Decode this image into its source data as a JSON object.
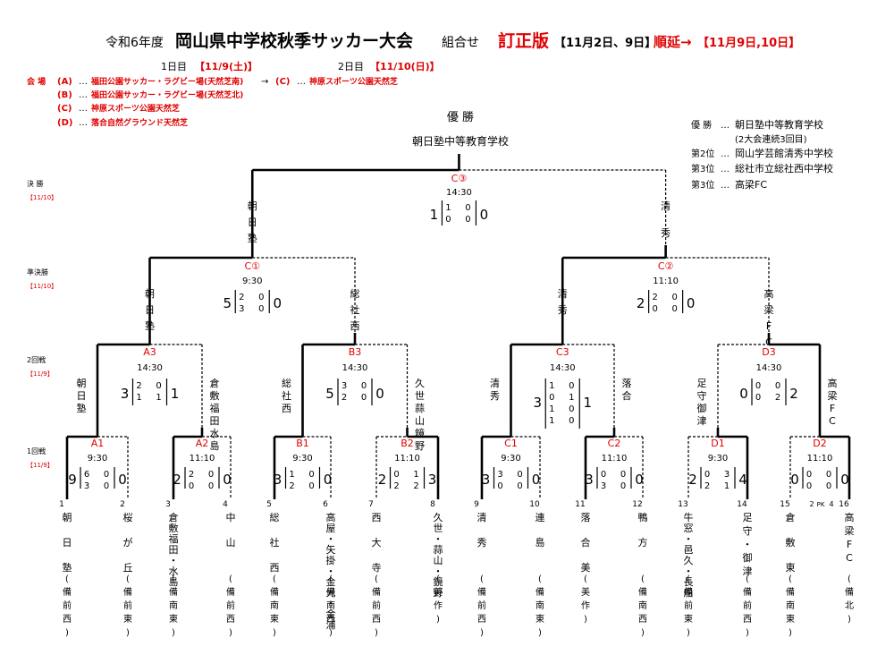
{
  "header": {
    "prefix": "令和6年度",
    "title": "岡山県中学校秋季サッカー大会",
    "suffix": "組合せ",
    "correction": "訂正版",
    "dates_old": "【11月2日、9日】",
    "postponed": "順延→",
    "dates_new": "【11月9日,10日】"
  },
  "days": {
    "day1": "1日目",
    "day1_date": "【11/9(土)】",
    "day2": "2日目",
    "day2_date": "【11/10(日)】"
  },
  "venues": {
    "label": "会 場",
    "items": [
      {
        "code": "(A)",
        "dots": "…",
        "name": "福田公園サッカー・ラグビー場(天然芝南)",
        "arrow": "→",
        "code2": "(C)",
        "name2": "神原スポーツ公園天然芝"
      },
      {
        "code": "(B)",
        "dots": "…",
        "name": "福田公園サッカー・ラグビー場(天然芝北)"
      },
      {
        "code": "(C)",
        "dots": "…",
        "name": "神原スポーツ公園天然芝"
      },
      {
        "code": "(D)",
        "dots": "…",
        "name": "落合自然グラウンド天然芝"
      }
    ]
  },
  "champion": {
    "label": "優 勝",
    "name": "朝日塾中等教育学校"
  },
  "results": [
    {
      "label": "優 勝",
      "dots": "…",
      "name": "朝日塾中等教育学校"
    },
    {
      "label": "",
      "dots": "",
      "name": "(2大会連続3回目)"
    },
    {
      "label": "第2位",
      "dots": "…",
      "name": "岡山学芸館清秀中学校"
    },
    {
      "label": "第3位",
      "dots": "…",
      "name": "総社市立総社西中学校"
    },
    {
      "label": "第3位",
      "dots": "…",
      "name": "高梁FC"
    }
  ],
  "rounds": [
    {
      "name": "決 勝",
      "date": "【11/10】"
    },
    {
      "name": "準決勝",
      "date": "【11/10】"
    },
    {
      "name": "2回戦",
      "date": "【11/9】"
    },
    {
      "name": "1回戦",
      "date": "【11/9】"
    }
  ],
  "teams": [
    {
      "no": "1",
      "name": "朝日塾",
      "region": "(備前西)"
    },
    {
      "no": "2",
      "name": "桜が丘",
      "region": "(備前東)"
    },
    {
      "no": "3",
      "name": "倉敷福田・水島",
      "region": "(備南東)"
    },
    {
      "no": "4",
      "name": "中山",
      "region": "(備前西)"
    },
    {
      "no": "5",
      "name": "総社西",
      "region": "(備南東)"
    },
    {
      "no": "6",
      "name": "高屋・矢掛・金光・金浦",
      "region": "(備南西)"
    },
    {
      "no": "7",
      "name": "西大寺",
      "region": "(備前西)"
    },
    {
      "no": "8",
      "name": "久世・蒜山・鏡野",
      "region": "(美作)"
    },
    {
      "no": "9",
      "name": "清秀",
      "region": "(備前西)"
    },
    {
      "no": "10",
      "name": "連島",
      "region": "(備南東)"
    },
    {
      "no": "11",
      "name": "落合美",
      "region": "(美作)"
    },
    {
      "no": "12",
      "name": "鴨方",
      "region": "(備南西)"
    },
    {
      "no": "13",
      "name": "牛窓・邑久・長船",
      "region": "(備前東)"
    },
    {
      "no": "14",
      "name": "足守・御津",
      "region": "(備前西)"
    },
    {
      "no": "15",
      "name": "倉敷東",
      "region": "(備南東)"
    },
    {
      "no": "16",
      "name": "高梁FC",
      "region": "(備北)"
    }
  ],
  "pk_note": {
    "left": "2",
    "label": "PK",
    "right": "4"
  },
  "matches": {
    "A1": {
      "label": "A1",
      "time": "9:30",
      "left": "9",
      "right": "0",
      "halves": [
        [
          "6",
          "0"
        ],
        [
          "3",
          "0"
        ]
      ]
    },
    "A2": {
      "label": "A2",
      "time": "11:10",
      "left": "2",
      "right": "0",
      "halves": [
        [
          "2",
          "0"
        ],
        [
          "0",
          "0"
        ]
      ]
    },
    "B1": {
      "label": "B1",
      "time": "9:30",
      "left": "3",
      "right": "0",
      "halves": [
        [
          "1",
          "0"
        ],
        [
          "2",
          "0"
        ]
      ]
    },
    "B2": {
      "label": "B2",
      "time": "11:10",
      "left": "2",
      "right": "3",
      "halves": [
        [
          "0",
          "1"
        ],
        [
          "2",
          "2"
        ]
      ]
    },
    "C1": {
      "label": "C1",
      "time": "9:30",
      "left": "3",
      "right": "0",
      "halves": [
        [
          "3",
          "0"
        ],
        [
          "0",
          "0"
        ]
      ]
    },
    "C2": {
      "label": "C2",
      "time": "11:10",
      "left": "3",
      "right": "0",
      "halves": [
        [
          "0",
          "0"
        ],
        [
          "3",
          "0"
        ]
      ]
    },
    "D1": {
      "label": "D1",
      "time": "9:30",
      "left": "2",
      "right": "4",
      "halves": [
        [
          "0",
          "3"
        ],
        [
          "2",
          "1"
        ]
      ]
    },
    "D2": {
      "label": "D2",
      "time": "11:10",
      "left": "0",
      "right": "0",
      "halves": [
        [
          "0",
          "0"
        ],
        [
          "0",
          "0"
        ]
      ]
    },
    "A3": {
      "label": "A3",
      "time": "14:30",
      "left": "3",
      "right": "1",
      "halves": [
        [
          "2",
          "0"
        ],
        [
          "1",
          "1"
        ]
      ]
    },
    "B3": {
      "label": "B3",
      "time": "14:30",
      "left": "5",
      "right": "0",
      "halves": [
        [
          "3",
          "0"
        ],
        [
          "2",
          "0"
        ]
      ]
    },
    "C3": {
      "label": "C3",
      "time": "14:30",
      "left": "3",
      "right": "1",
      "halves": [
        [
          "1",
          "0"
        ],
        [
          "0",
          "1"
        ],
        [
          "1",
          "0"
        ],
        [
          "1",
          "0"
        ]
      ]
    },
    "D3": {
      "label": "D3",
      "time": "14:30",
      "left": "0",
      "right": "2",
      "halves": [
        [
          "0",
          "0"
        ],
        [
          "0",
          "2"
        ]
      ]
    },
    "SF1": {
      "label": "C①",
      "time": "9:30",
      "left": "5",
      "right": "0",
      "halves": [
        [
          "2",
          "0"
        ],
        [
          "3",
          "0"
        ]
      ]
    },
    "SF2": {
      "label": "C②",
      "time": "11:10",
      "left": "2",
      "right": "0",
      "halves": [
        [
          "2",
          "0"
        ],
        [
          "0",
          "0"
        ]
      ]
    },
    "F": {
      "label": "C③",
      "time": "14:30",
      "left": "1",
      "right": "0",
      "halves": [
        [
          "1",
          "0"
        ],
        [
          "0",
          "0"
        ]
      ]
    }
  },
  "advancers": {
    "A1": "朝日塾",
    "A2": "倉敷福田・水島",
    "B1": "総社西",
    "B2": "久世・蒜山・鏡野",
    "C1": "清秀",
    "C2": "落合",
    "D1": "足守・御津",
    "D2": "高梁FC",
    "SF1_left": "朝日塾",
    "SF1_right": "総社西",
    "SF2_left": "清秀",
    "SF2_right": "高梁FC",
    "F_left": "朝日塾",
    "F_right": "清秀"
  }
}
